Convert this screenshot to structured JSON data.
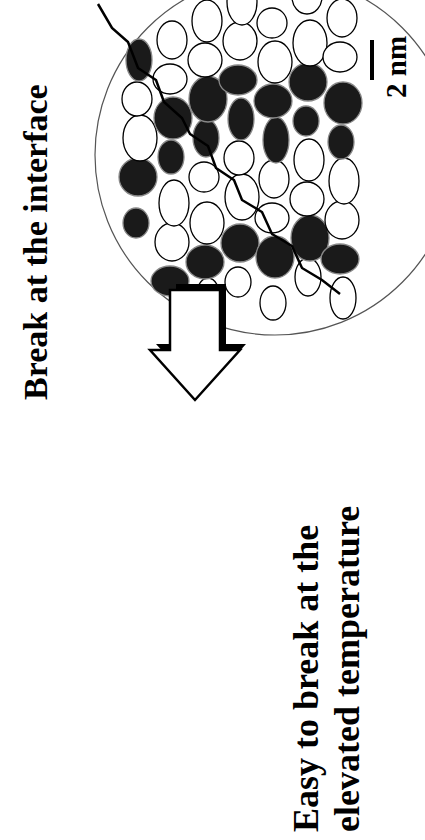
{
  "diagram": {
    "labels": [
      "Break at the interface",
      "Easy to break at the elevated temperature",
      "2 nm"
    ]
  }
}
